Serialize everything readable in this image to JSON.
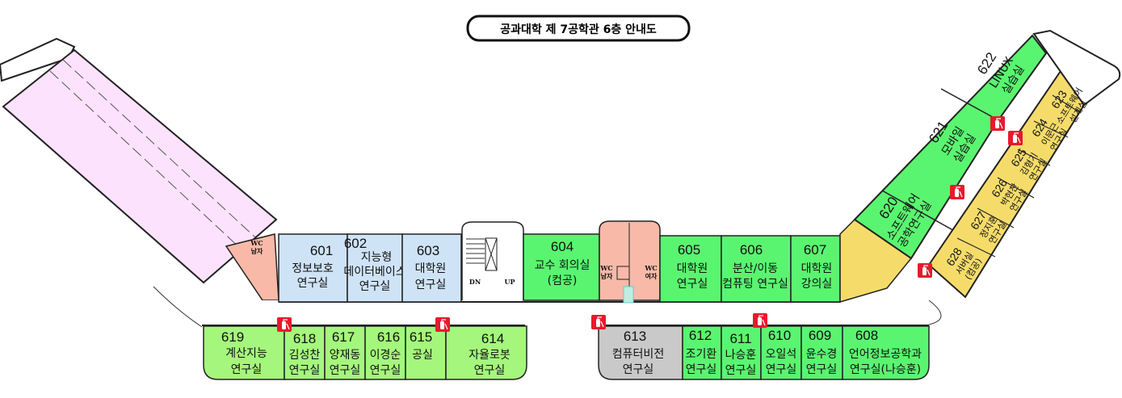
{
  "title": "공과대학 제 7공학관 6층 안내도",
  "wc": {
    "label": "WC",
    "male": "남자",
    "female": "여자"
  },
  "stairs": {
    "down": "DN",
    "up": "UP"
  },
  "colors": {
    "blue": "#cfe3f7",
    "green": "#5af570",
    "light_green": "#a4f77c",
    "yellow": "#f5dc6a",
    "pink": "#fde2fd",
    "salmon": "#f8b9a8",
    "gray": "#c9c9c9",
    "extinguisher": "#e8192c"
  },
  "rooms_top": [
    {
      "num": "601",
      "l1": "정보보호",
      "l2": "연구실"
    },
    {
      "num": "602",
      "l1": "지능형",
      "l2": "데이터베이스",
      "l3": "연구실"
    },
    {
      "num": "603",
      "l1": "대학원",
      "l2": "연구실"
    },
    {
      "num": "604",
      "l1": "교수 회의실",
      "l2": "(컴공)"
    },
    {
      "num": "605",
      "l1": "대학원",
      "l2": "연구실"
    },
    {
      "num": "606",
      "l1": "분산/이동",
      "l2": "컴퓨팅 연구실"
    },
    {
      "num": "607",
      "l1": "대학원",
      "l2": "강의실"
    }
  ],
  "rooms_bottom": [
    {
      "num": "619",
      "l1": "계산지능",
      "l2": "연구실"
    },
    {
      "num": "618",
      "l1": "김성찬",
      "l2": "연구실"
    },
    {
      "num": "617",
      "l1": "양재동",
      "l2": "연구실"
    },
    {
      "num": "616",
      "l1": "이경순",
      "l2": "연구실"
    },
    {
      "num": "615",
      "l1": "공실"
    },
    {
      "num": "614",
      "l1": "자율로봇",
      "l2": "연구실"
    },
    {
      "num": "613",
      "l1": "컴퓨터비전",
      "l2": "연구실"
    },
    {
      "num": "612",
      "l1": "조기환",
      "l2": "연구실"
    },
    {
      "num": "611",
      "l1": "나승훈",
      "l2": "연구실"
    },
    {
      "num": "610",
      "l1": "오일석",
      "l2": "연구실"
    },
    {
      "num": "609",
      "l1": "윤수경",
      "l2": "연구실"
    },
    {
      "num": "608",
      "l1": "언어정보공학과",
      "l2": "연구실(나승훈)"
    }
  ],
  "rooms_wing_green": [
    {
      "num": "620",
      "l1": "소프트웨어",
      "l2": "공학연구실"
    },
    {
      "num": "621",
      "l1": "모바일",
      "l2": "실습실"
    },
    {
      "num": "622",
      "l1": "LINUX",
      "l2": "실습실"
    }
  ],
  "rooms_wing_yellow": [
    {
      "num": "623",
      "l1": "소프트웨어",
      "l2": "설계실"
    },
    {
      "num": "624",
      "l1": "이문근",
      "l2": "연구실"
    },
    {
      "num": "625",
      "l1": "김형기",
      "l2": "연구실"
    },
    {
      "num": "626",
      "l1": "박현찬",
      "l2": "연구실"
    },
    {
      "num": "627",
      "l1": "정지훈",
      "l2": "연구실"
    },
    {
      "num": "628",
      "l1": "서버실",
      "l2": "(컴공)"
    }
  ]
}
